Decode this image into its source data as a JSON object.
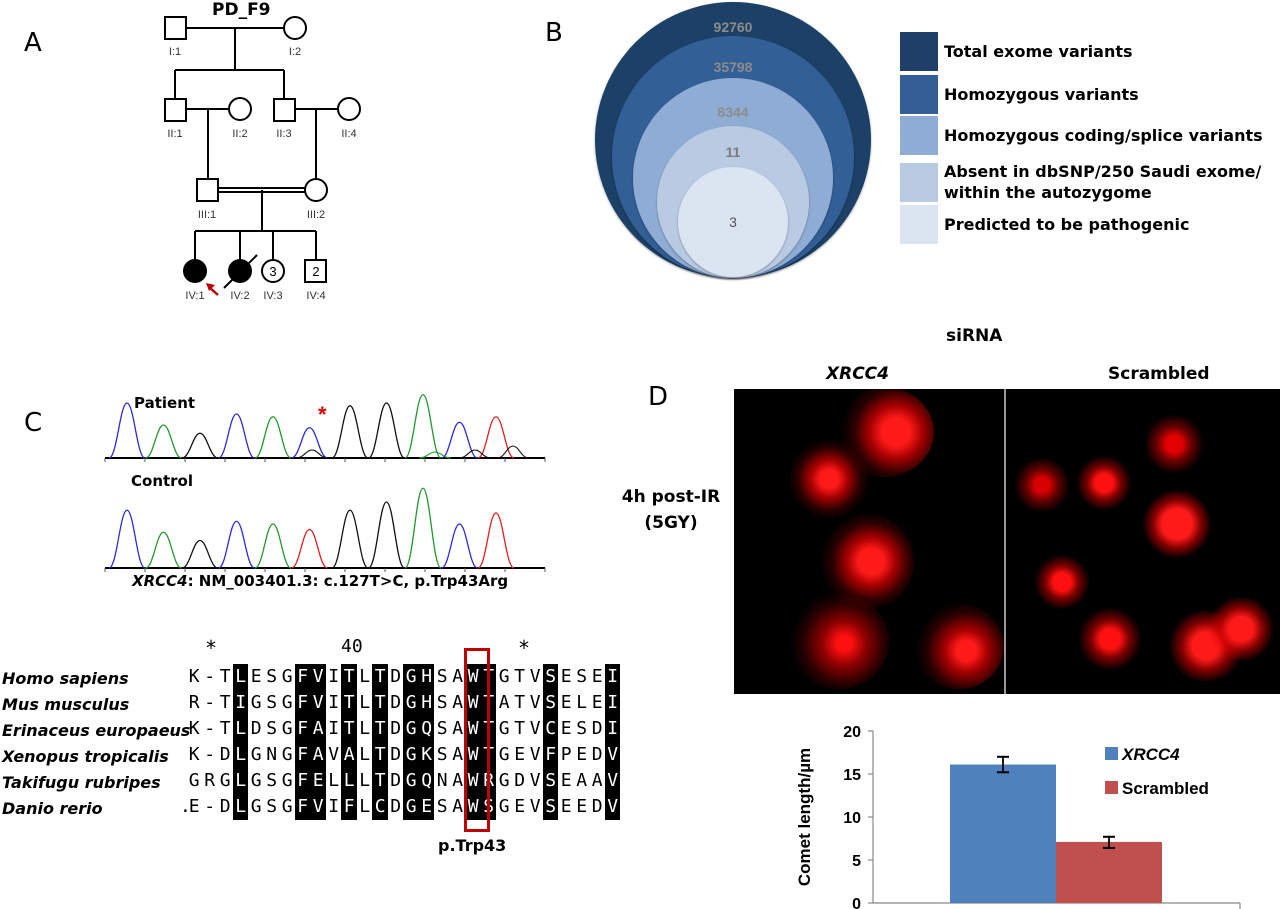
{
  "panels": {
    "A": {
      "letter": "A",
      "title": "PD_F9",
      "individuals": [
        {
          "id": "I:1",
          "sex": "male",
          "affected": false
        },
        {
          "id": "I:2",
          "sex": "female",
          "affected": false
        },
        {
          "id": "II:1",
          "sex": "male",
          "affected": false
        },
        {
          "id": "II:2",
          "sex": "female",
          "affected": false
        },
        {
          "id": "II:3",
          "sex": "male",
          "affected": false
        },
        {
          "id": "II:4",
          "sex": "female",
          "affected": false
        },
        {
          "id": "III:1",
          "sex": "male",
          "affected": false
        },
        {
          "id": "III:2",
          "sex": "female",
          "affected": false
        },
        {
          "id": "IV:1",
          "sex": "female",
          "affected": true,
          "proband": true
        },
        {
          "id": "IV:2",
          "sex": "female",
          "affected": true,
          "deceased": true
        },
        {
          "id": "IV:3",
          "sex": "female",
          "affected": false,
          "count": "3"
        },
        {
          "id": "IV:4",
          "sex": "male",
          "affected": false,
          "count": "2"
        }
      ],
      "consanguineous_union": "III:1 x III:2",
      "proband_arrow_color": "#c00000"
    },
    "B": {
      "letter": "B",
      "circles": [
        {
          "value": "92760",
          "label": "Total exome variants",
          "color": "#1f3f66"
        },
        {
          "value": "35798",
          "label": "Homozygous variants",
          "color": "#335f96"
        },
        {
          "value": "8344",
          "label": "Homozygous coding/splice variants",
          "color": "#8fadd4"
        },
        {
          "value": "11",
          "label": "Absent  in dbSNP/250 Saudi exome/ within the autozygome",
          "label_lines": [
            "Absent  in dbSNP/250 Saudi exome/",
            "within the autozygome"
          ],
          "color": "#b9cbe3"
        },
        {
          "value": "3",
          "label": "Predicted to be pathogenic",
          "color": "#dbe4f1"
        }
      ]
    },
    "C": {
      "letter": "C",
      "trace_labels": {
        "patient": "Patient",
        "control": "Control"
      },
      "mutation_marker": "*",
      "variant_gene": "XRCC4",
      "variant_text": ": NM_003401.3: c.127T>C, p.Trp43Arg",
      "trace_colors": {
        "A": "#2b2bd8",
        "C": "#1f9a2a",
        "G": "#111111",
        "T": "#e02020"
      },
      "patient_peaks": [
        "A",
        "C",
        "G",
        "A",
        "C",
        "A*",
        "G",
        "G",
        "C",
        "A",
        "T"
      ],
      "control_peaks": [
        "A",
        "C",
        "G",
        "A",
        "C",
        "T",
        "G",
        "G",
        "C",
        "A",
        "T"
      ],
      "alignment": {
        "top_markers": {
          "star_left": "*",
          "position": "40",
          "star_right": "*"
        },
        "species": [
          "Homo sapiens",
          "Mus musculus",
          "Erinaceus europaeus",
          "Xenopus tropicalis",
          "Takifugu rubripes",
          "Danio rerio"
        ],
        "sequences": [
          "K-TLESGFVITLTDGHSAWTGTVSESEI",
          "R-TIGSGFVITLTDGHSAWTATVSELEI",
          "K-TLDSGFAITLTDGQSAWTGTVCESDI",
          "K-DLGNGFAVALTDGKSAWTGEVFPEDV",
          "GRGLGSGFELLLTDGQNAWRGDVSEAAV",
          ".E-DLGSGFVIFLCDGESAWSGEVSEEDV"
        ],
        "conserved_columns": [
          3,
          7,
          8,
          10,
          12,
          14,
          15,
          18,
          19,
          23,
          27
        ],
        "highlight_label": "p.Trp43",
        "highlight_color": "#c00000"
      }
    },
    "D": {
      "letter": "D",
      "header": "siRNA",
      "columns": [
        {
          "label": "XRCC4",
          "italic": true
        },
        {
          "label": "Scrambled",
          "italic": false
        }
      ],
      "row_label_lines": [
        "4h post-IR",
        "(5GY)"
      ]
    }
  },
  "chart_data": {
    "type": "bar",
    "title": "",
    "xlabel": "",
    "ylabel": "Comet length/µm",
    "ylim": [
      0,
      20
    ],
    "yticks": [
      0,
      5,
      10,
      15,
      20
    ],
    "ytick_labels": [
      "0",
      "5",
      "10",
      "15",
      "20"
    ],
    "categories": [
      ""
    ],
    "series": [
      {
        "name": "XRCC4",
        "values": [
          16.1
        ],
        "error_low": [
          15.2
        ],
        "error_high": [
          17.0
        ],
        "color": "#4f81bd"
      },
      {
        "name": "Scrambled",
        "values": [
          7.1
        ],
        "error_low": [
          6.4
        ],
        "error_high": [
          7.7
        ],
        "color": "#c0504d"
      }
    ],
    "legend": {
      "placement": "top-right",
      "entries": [
        "XRCC4",
        "Scrambled"
      ]
    },
    "grid": false
  }
}
